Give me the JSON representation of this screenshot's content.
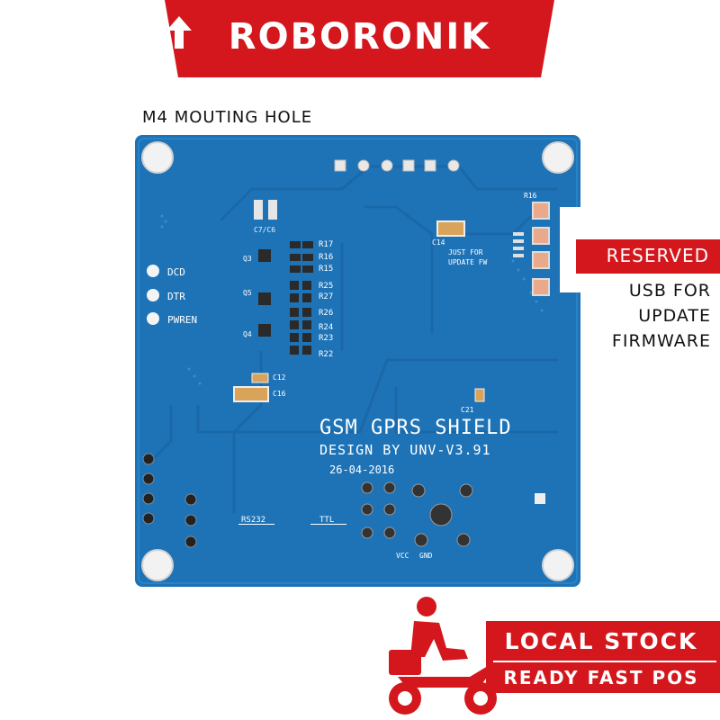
{
  "brand": {
    "name_left": "ROBO",
    "name_right": "RONIK",
    "accent_color": "#d3171d"
  },
  "labels": {
    "mounting_hole": "M4 MOUTING HOLE",
    "reserved": "RESERVED",
    "usb_line1": "USB FOR",
    "usb_line2": "UPDATE",
    "usb_line3": "FIRMWARE"
  },
  "pcb": {
    "board_color": "#1e73b7",
    "silkscreen": {
      "title": "GSM GPRS SHIELD",
      "design": "DESIGN BY UNV-V3.91",
      "date": "26-04-2016",
      "pin_dcd": "DCD",
      "pin_dtr": "DTR",
      "pin_pwren": "PWREN",
      "just_for": "JUST FOR",
      "update_fw": "UPDATE FW",
      "rs232": "RS232",
      "ttl": "TTL",
      "vcc": "VCC",
      "gnd": "GND",
      "c7c6": "C7/C6",
      "q3": "Q3",
      "q5": "Q5",
      "q4": "Q4",
      "r17": "R17",
      "r16a": "R16",
      "r15": "R15",
      "r25": "R25",
      "r27": "R27",
      "r26": "R26",
      "r24": "R24",
      "r23": "R23",
      "r22": "R22",
      "r16b": "R16",
      "c14": "C14",
      "c12": "C12",
      "c16": "C16",
      "c21": "C21"
    }
  },
  "stock_badge": {
    "line1": "LOCAL STOCK",
    "line2": "READY FAST POS"
  },
  "icons": [
    "arrow-up-icon",
    "delivery-scooter-icon"
  ]
}
